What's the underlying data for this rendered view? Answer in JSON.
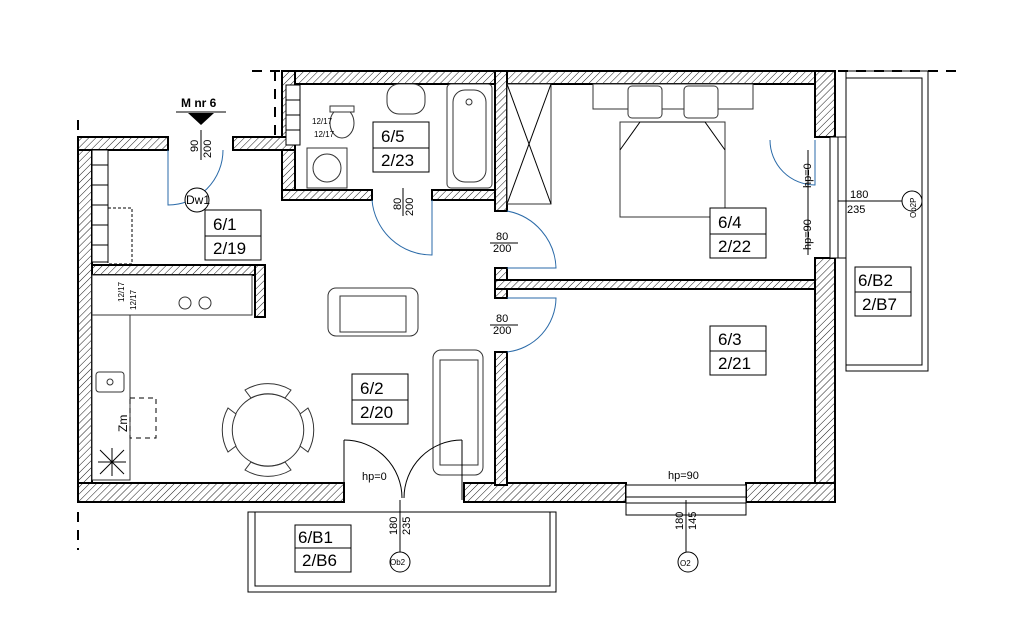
{
  "marker": {
    "label": "M nr 6"
  },
  "rooms": [
    {
      "id": "6/1",
      "area": "2/19"
    },
    {
      "id": "6/2",
      "area": "2/20"
    },
    {
      "id": "6/3",
      "area": "2/21"
    },
    {
      "id": "6/4",
      "area": "2/22"
    },
    {
      "id": "6/5",
      "area": "2/23"
    },
    {
      "id": "6/B1",
      "area": "2/B6"
    },
    {
      "id": "6/B2",
      "area": "2/B7"
    }
  ],
  "doors": {
    "entrance": {
      "w": "90",
      "h": "200"
    },
    "bath": {
      "w": "80",
      "h": "200"
    },
    "bedroom4": {
      "w": "80",
      "h": "200"
    },
    "bedroom3": {
      "w": "80",
      "h": "200"
    }
  },
  "openings": {
    "balcony1": {
      "w": "180",
      "h": "235",
      "hp": "hp=0",
      "tag": "Ob2"
    },
    "window3": {
      "w": "180",
      "h": "145",
      "hp": "hp=90",
      "tag": "O2"
    },
    "balcony2": {
      "w": "180",
      "h": "235",
      "hp_top": "hp=0",
      "hp_bottom": "hp=90",
      "tag": "Ob2P"
    }
  },
  "labels": {
    "dw": "Dw1",
    "zm": "Zm",
    "risers": "12/17"
  }
}
